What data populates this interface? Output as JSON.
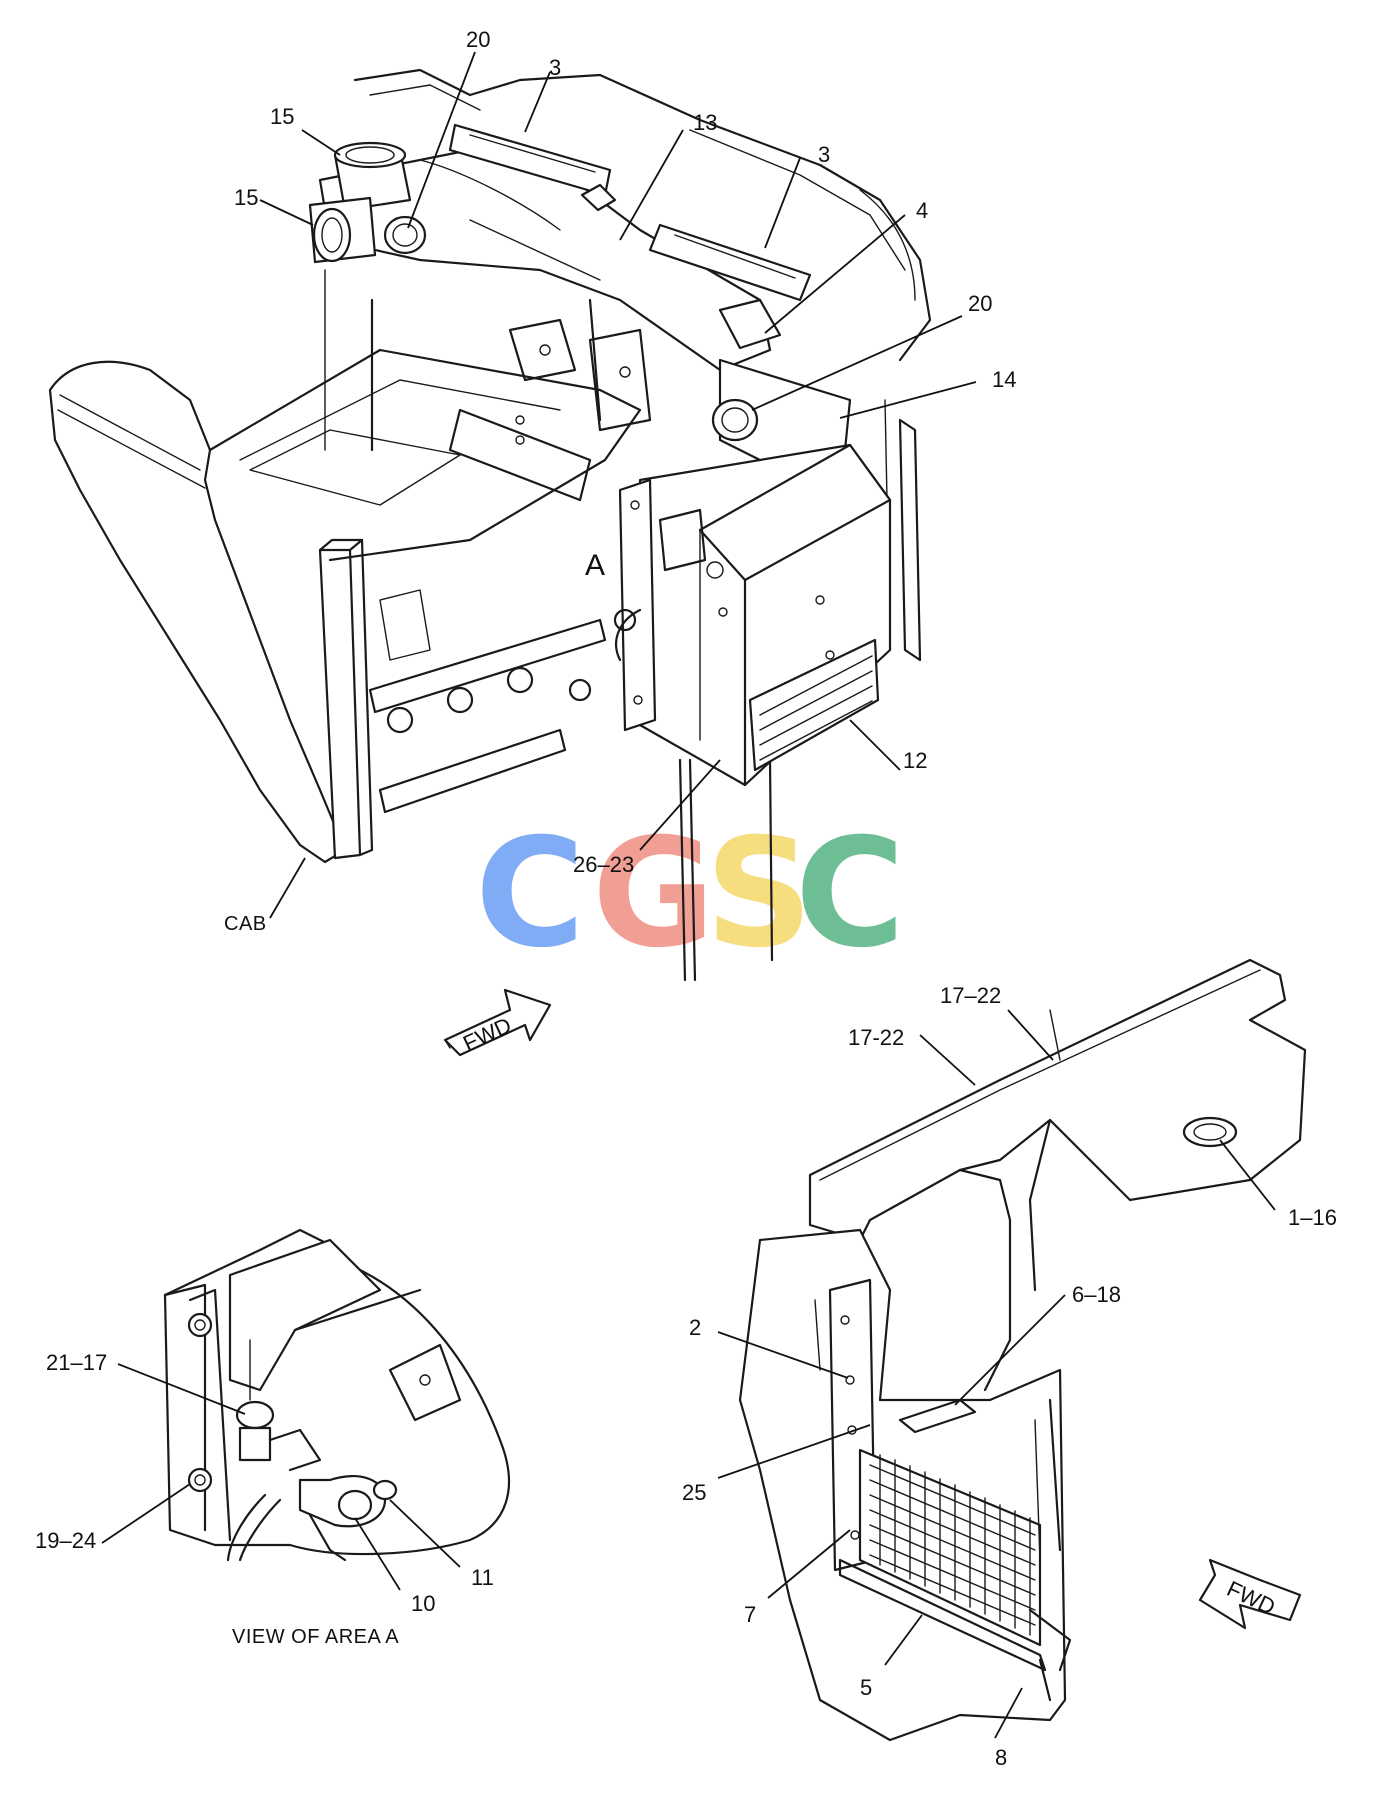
{
  "watermark": {
    "letters": [
      {
        "char": "C",
        "color": "#7aa7f5"
      },
      {
        "char": "G",
        "color": "#f19a90"
      },
      {
        "char": "S",
        "color": "#f6dc78"
      },
      {
        "char": "C",
        "color": "#66ba90"
      }
    ]
  },
  "callouts": {
    "c20_top": "20",
    "c3_top": "3",
    "c15_upper": "15",
    "c13": "13",
    "c15_lower": "15",
    "c3_mid": "3",
    "c4": "4",
    "c20_mid": "20",
    "c14": "14",
    "c_area_a": "A",
    "c12": "12",
    "c26_23": "26–23",
    "c_cab": "CAB",
    "c17_22_right": "17–22",
    "c17_22_left": "17-22",
    "c1_16": "1–16",
    "c6_18": "6–18",
    "c2": "2",
    "c25": "25",
    "c7": "7",
    "c5": "5",
    "c8": "8",
    "c21_17": "21–17",
    "c19_24": "19–24",
    "c10": "10",
    "c11": "11"
  },
  "fwd_arrows": {
    "left_label": "FWD",
    "right_label": "FWD"
  },
  "captions": {
    "view_of_area_a": "VIEW OF AREA A"
  },
  "colors": {
    "ink": "#1a1a1a",
    "background": "#ffffff"
  }
}
